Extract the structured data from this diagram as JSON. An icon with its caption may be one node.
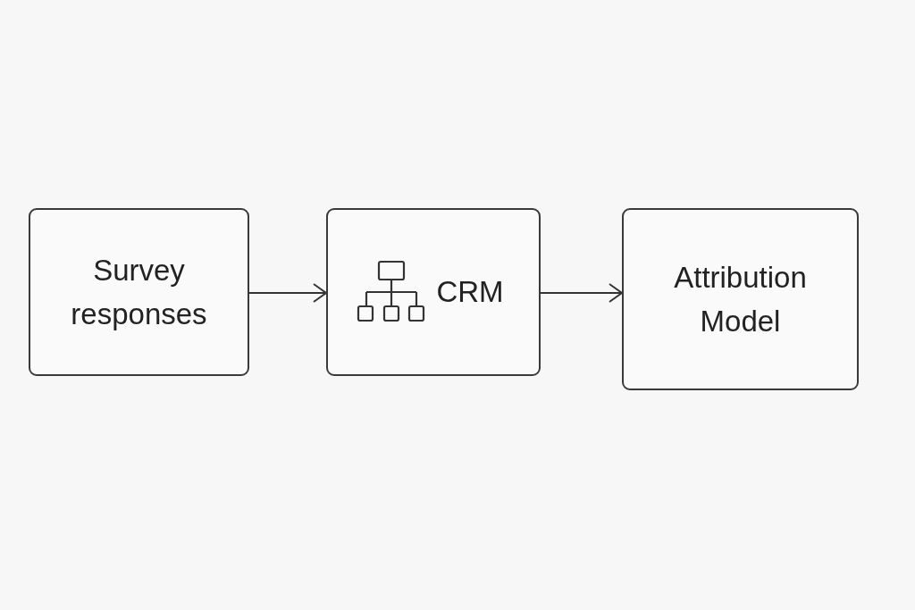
{
  "diagram": {
    "nodes": [
      {
        "text": [
          "Survey responses"
        ]
      },
      {
        "text": [
          "CRM"
        ]
      },
      {
        "text": [
          "Attribution Model"
        ]
      }
    ],
    "edges": [
      {
        "from": 0,
        "to": 1,
        "arrow": "to"
      },
      {
        "from": 1,
        "to": 2,
        "arrow": "to"
      }
    ]
  }
}
